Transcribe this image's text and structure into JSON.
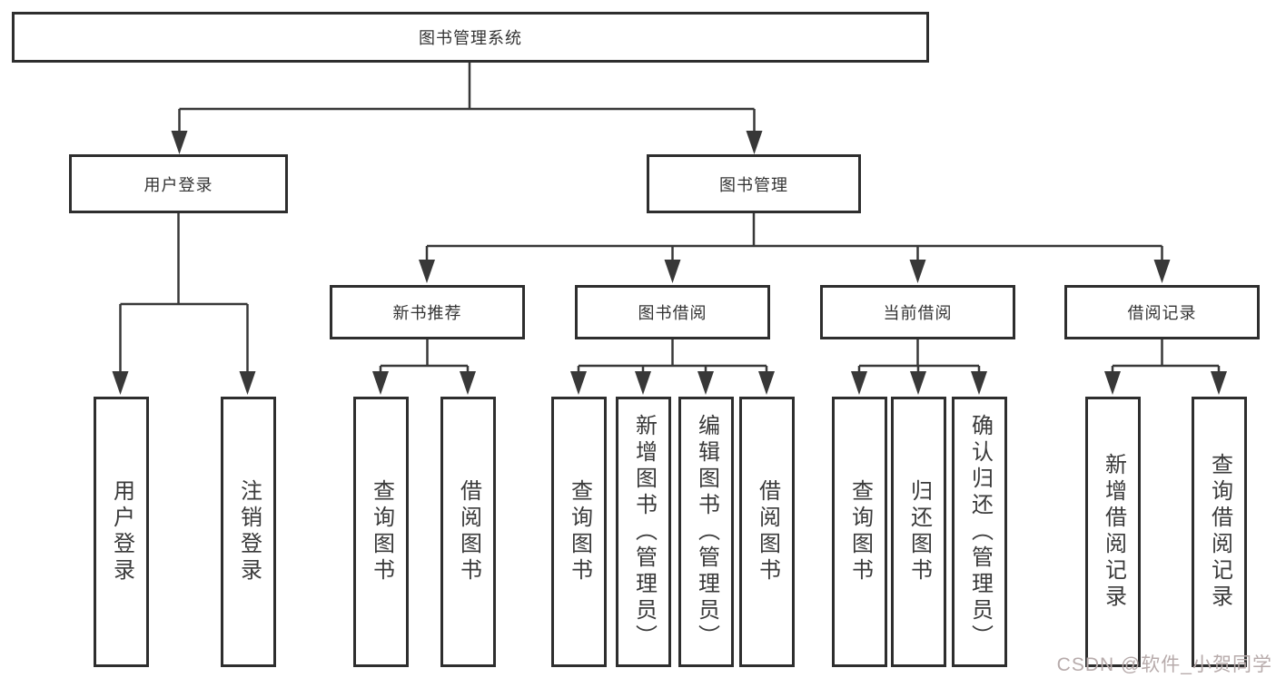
{
  "diagram": {
    "tree": {
      "label": "图书管理系统",
      "children": [
        {
          "label": "用户登录",
          "children": [
            {
              "label": "用户登录"
            },
            {
              "label": "注销登录"
            }
          ]
        },
        {
          "label": "图书管理",
          "children": [
            {
              "label": "新书推荐",
              "children": [
                {
                  "label": "查询图书"
                },
                {
                  "label": "借阅图书"
                }
              ]
            },
            {
              "label": "图书借阅",
              "children": [
                {
                  "label": "查询图书"
                },
                {
                  "label": "新增图书（管理员）"
                },
                {
                  "label": "编辑图书（管理员）"
                },
                {
                  "label": "借阅图书"
                }
              ]
            },
            {
              "label": "当前借阅",
              "children": [
                {
                  "label": "查询图书"
                },
                {
                  "label": "归还图书"
                },
                {
                  "label": "确认归还（管理员）"
                }
              ]
            },
            {
              "label": "借阅记录",
              "children": [
                {
                  "label": "新增借阅记录"
                },
                {
                  "label": "查询借阅记录"
                }
              ]
            }
          ]
        }
      ]
    },
    "watermark": "CSDN @软件_小贺同学",
    "colors": {
      "line": "#383838",
      "box_border": "#2e2e2e",
      "text": "#333333",
      "watermark": "#b7abab"
    }
  }
}
